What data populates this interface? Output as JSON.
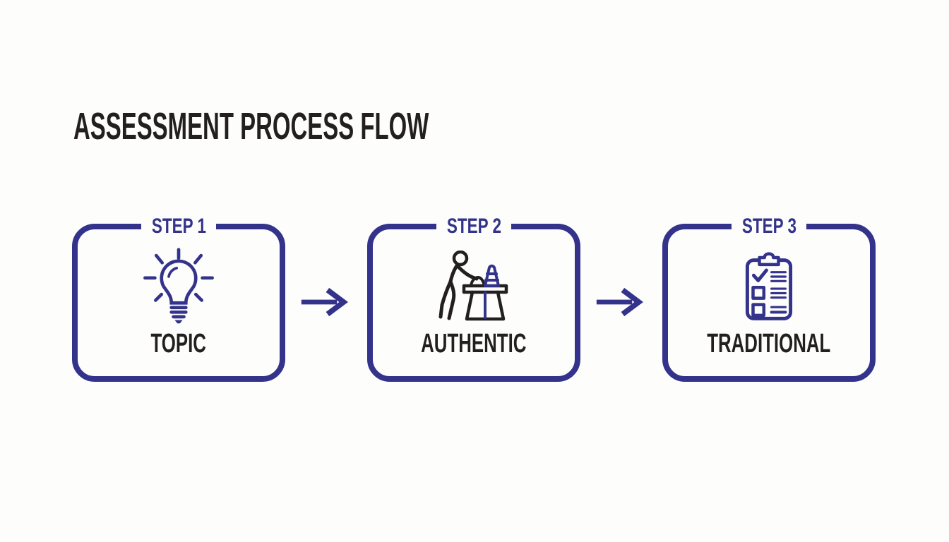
{
  "title": "ASSESSMENT PROCESS FLOW",
  "colors": {
    "accent": "#34338b",
    "ink": "#231f20",
    "background": "#fdfdfc"
  },
  "steps": [
    {
      "step_label": "STEP 1",
      "name": "TOPIC",
      "icon": "lightbulb-icon"
    },
    {
      "step_label": "STEP 2",
      "name": "AUTHENTIC",
      "icon": "person-at-desk-icon"
    },
    {
      "step_label": "STEP 3",
      "name": "TRADITIONAL",
      "icon": "clipboard-checklist-icon"
    }
  ],
  "connectors": [
    {
      "icon": "arrow-right-icon"
    },
    {
      "icon": "arrow-right-icon"
    }
  ]
}
